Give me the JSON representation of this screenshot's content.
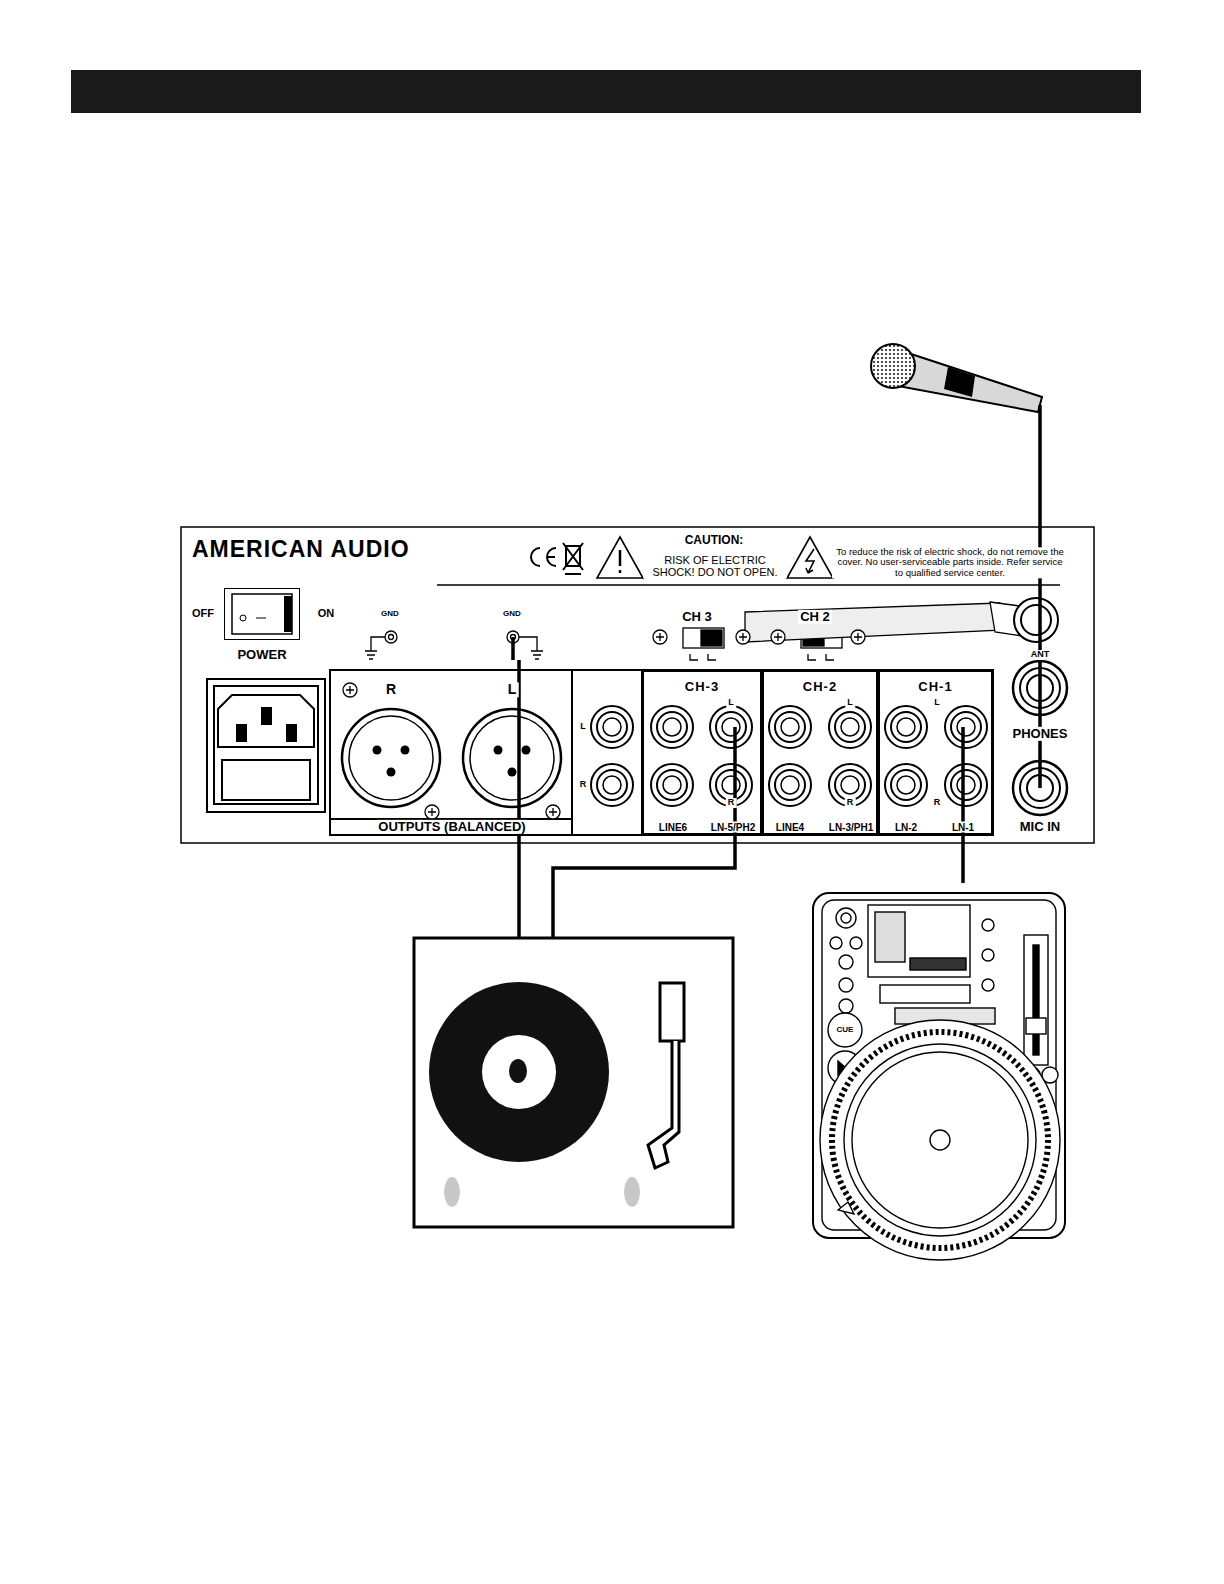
{
  "diagram": {
    "nodes": [
      {
        "text": [
          "AMERICAN AUDIO"
        ]
      },
      {
        "text": [
          "POWER"
        ],
        "in": 0
      },
      {
        "text": [
          "CH-3"
        ],
        "in": 0
      },
      {
        "text": [
          "CH-2"
        ],
        "in": 0
      },
      {
        "text": [
          "CH-1"
        ],
        "in": 0
      }
    ],
    "labels": [
      "OFF",
      "ON",
      "GND",
      "GND",
      "CAUTION:",
      "RISK OF ELECTRIC SHOCK! DO NOT OPEN.",
      "To reduce the risk of electric shock, do not remove the cover. No user-serviceable parts inside. Refer service to qualified service center.",
      "CH 3",
      "CH 2",
      "ANT",
      "R",
      "L",
      "L",
      "R",
      "L",
      "R",
      "L",
      "R",
      "L",
      "R",
      "PHONES",
      "MIC IN",
      "OUTPUTS (BALANCED)",
      "LINE6",
      "LN-5/PH2",
      "LINE4",
      "LN-3/PH1",
      "LN-2",
      "LN-1",
      "CUE"
    ]
  }
}
